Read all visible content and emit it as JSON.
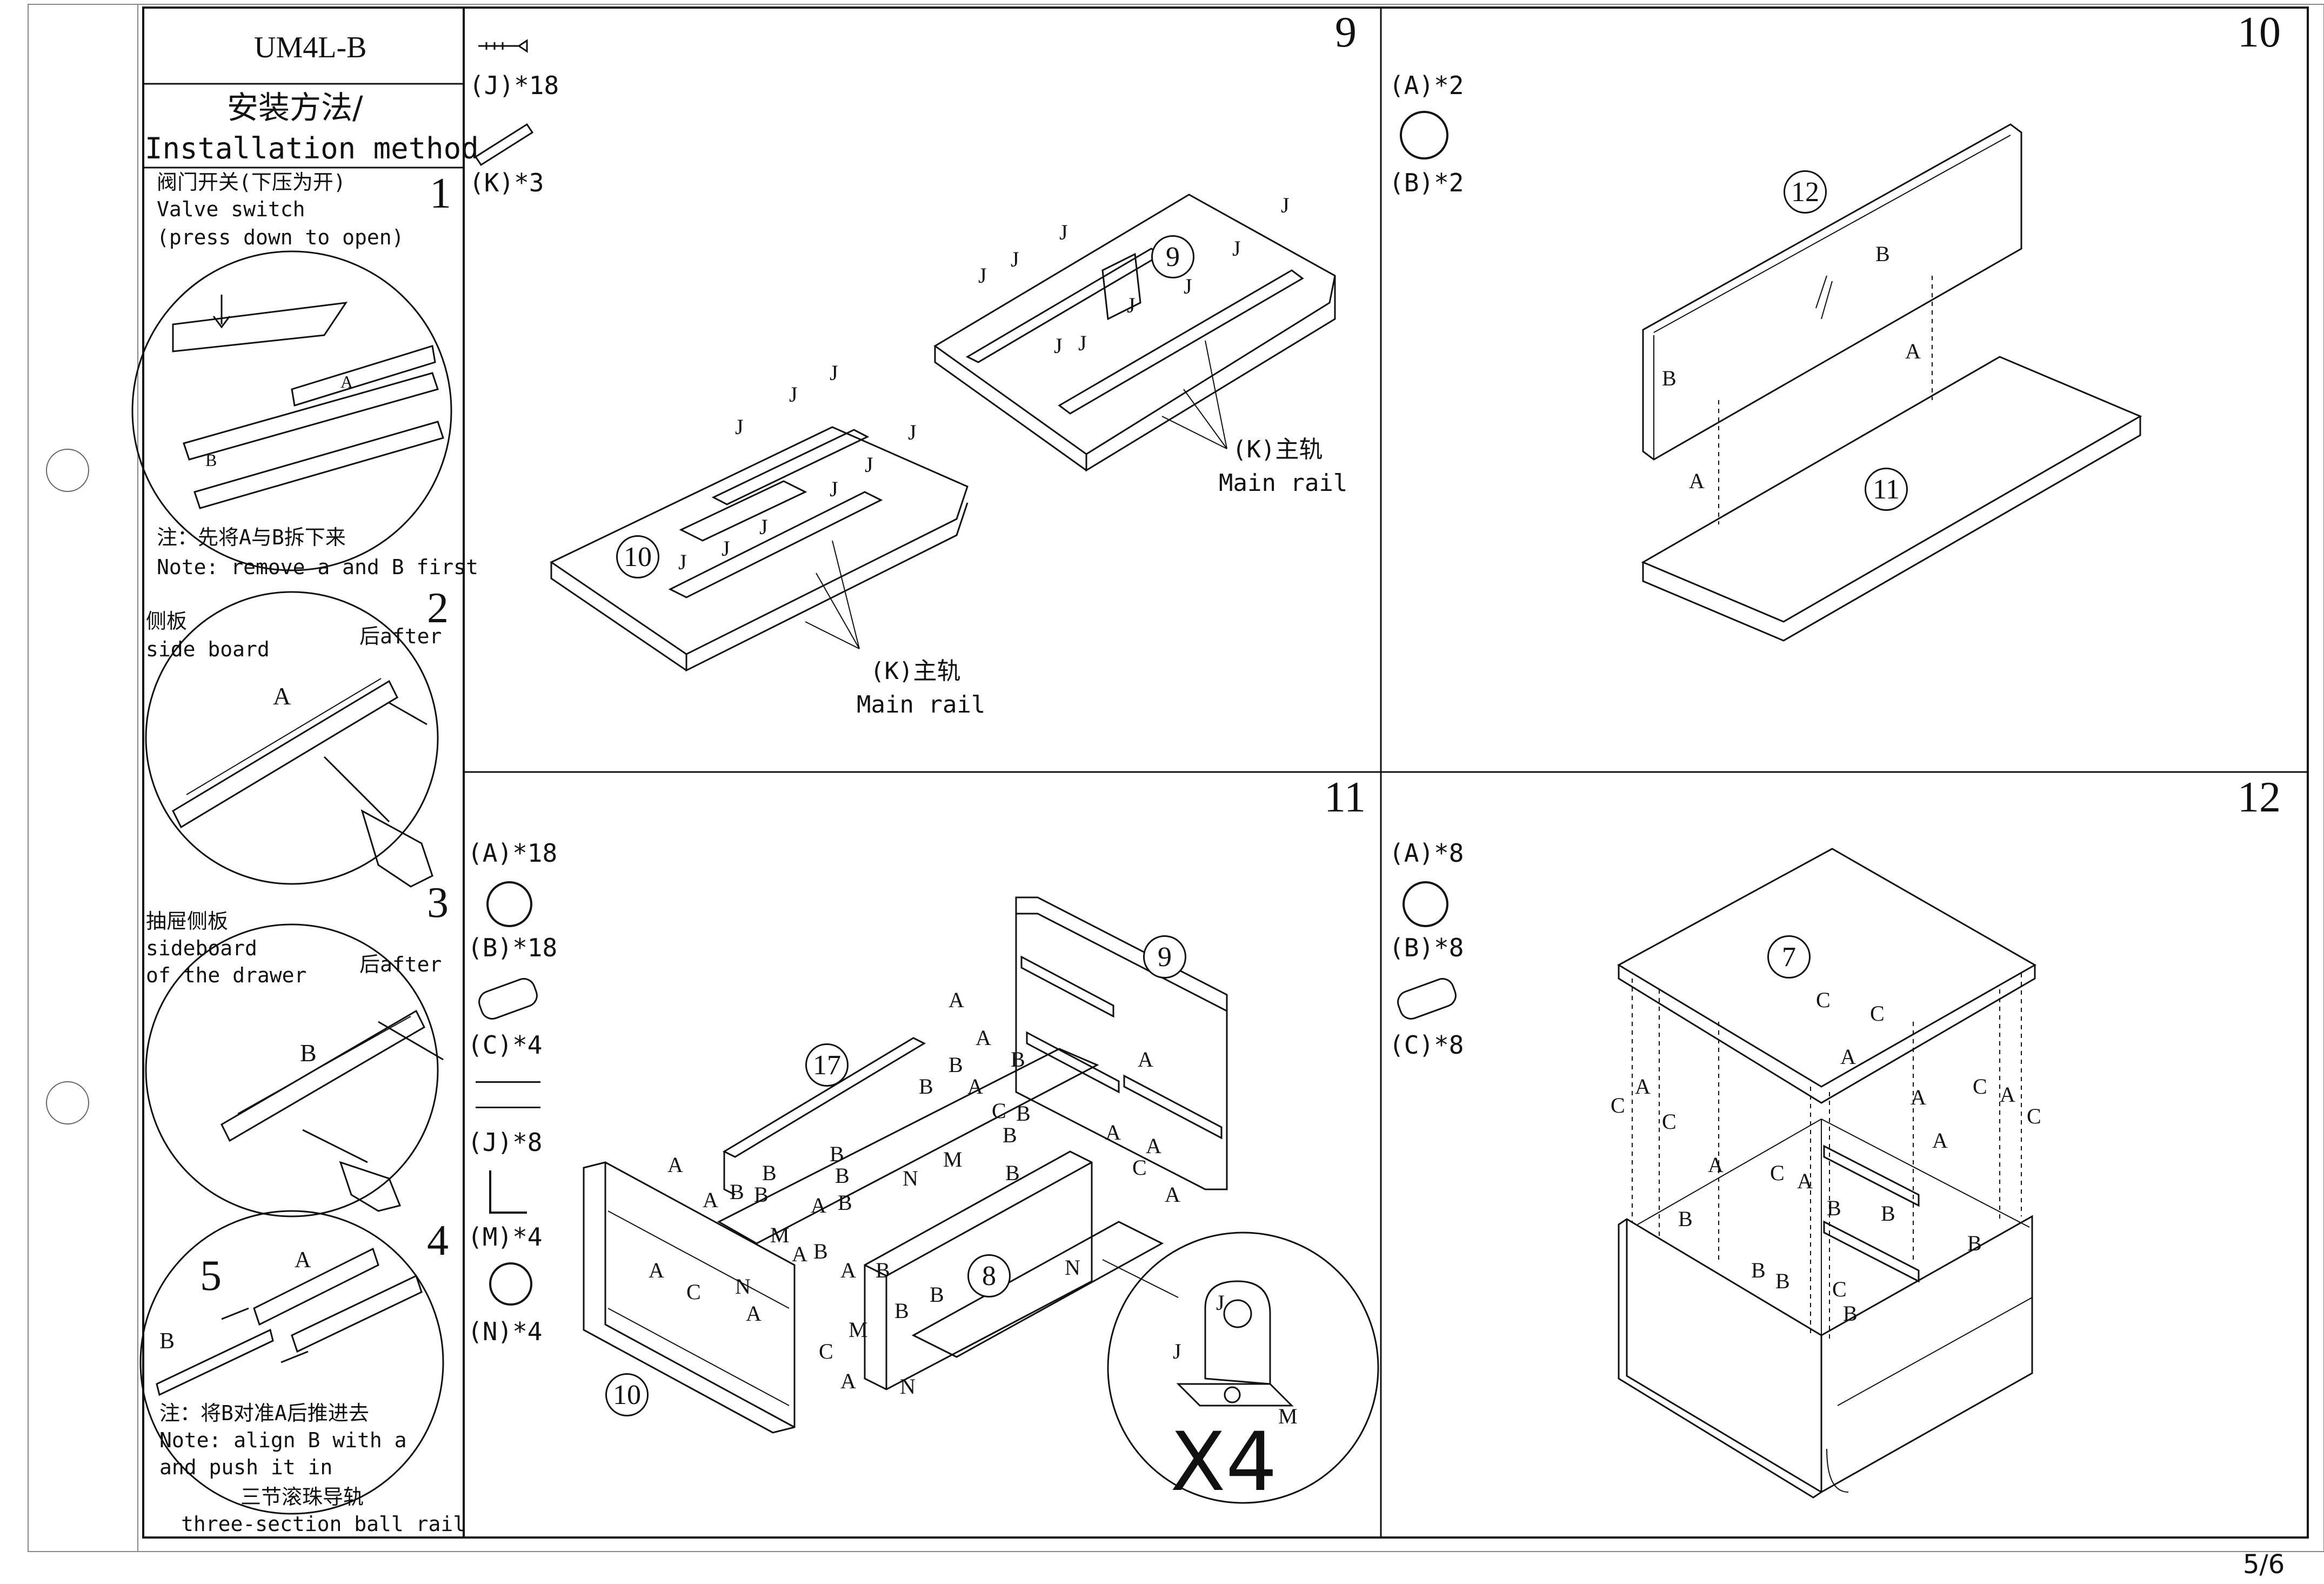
{
  "model": "UM4L-B",
  "section_title_cn": "安装方法/",
  "section_title_en": "Installation method",
  "page_number": "5/6",
  "sidebar": {
    "step1": {
      "num": "1",
      "l1": "阀门开关(下压为开)",
      "l2": "Valve switch",
      "l3": "(press down to open)",
      "label_a": "A",
      "label_b": "B",
      "note_cn": "注：先将A与B拆下来",
      "note_en": "Note: remove a and B first"
    },
    "step2": {
      "num": "2",
      "l1": "侧板",
      "l2": "side board",
      "after": "后after",
      "label_a": "A"
    },
    "step3": {
      "num": "3",
      "l1": "抽屉侧板",
      "l2": "sideboard",
      "l3": "of the drawer",
      "after": "后after",
      "label_b": "B"
    },
    "step4": {
      "num": "4",
      "sub": "5",
      "label_a": "A",
      "label_b": "B",
      "note_cn": "注：将B对准A后推进去",
      "note_en1": "Note: align B with a",
      "note_en2": "and push it in",
      "rail_cn": "三节滚珠导轨",
      "rail_en": "three-section ball rail"
    }
  },
  "panel9": {
    "num": "9",
    "parts": [
      {
        "label": "(J)*18",
        "icon": "screw-icon"
      },
      {
        "label": "(K)*3",
        "icon": "rail-icon"
      }
    ],
    "callouts": [
      "J",
      "J",
      "J",
      "J",
      "J",
      "J",
      "J",
      "J",
      "J",
      "J",
      "J",
      "J",
      "J",
      "J",
      "J",
      "J",
      "J",
      "J"
    ],
    "board_a": "10",
    "board_b": "9",
    "rail_cn": "(K)主轨",
    "rail_en": "Main rail"
  },
  "panel10": {
    "num": "10",
    "parts": [
      {
        "label": "(A)*2",
        "icon": "cam-bolt-icon"
      },
      {
        "label": "(B)*2",
        "icon": "cam-lock-icon"
      }
    ],
    "board_top": "12",
    "board_bottom": "11",
    "callouts": [
      "B",
      "B",
      "A",
      "A"
    ]
  },
  "panel11": {
    "num": "11",
    "parts": [
      {
        "label": "(A)*18",
        "icon": "cam-bolt-icon"
      },
      {
        "label": "(B)*18",
        "icon": "cam-lock-icon"
      },
      {
        "label": "(C)*4",
        "icon": "dowel-icon"
      },
      {
        "label": "(J)*8",
        "icon": "screw-icon"
      },
      {
        "label": "(M)*4",
        "icon": "bracket-icon"
      },
      {
        "label": "(N)*4",
        "icon": "caster-icon"
      }
    ],
    "boards": [
      "9",
      "17",
      "8",
      "10"
    ],
    "detail_labels": [
      "J",
      "J",
      "M"
    ],
    "detail_qty": "X4",
    "callouts": [
      "A",
      "A",
      "B",
      "B",
      "A",
      "B",
      "C",
      "B",
      "A",
      "A",
      "A",
      "B",
      "B",
      "A",
      "B",
      "B",
      "A",
      "B",
      "N",
      "M",
      "B",
      "A",
      "B",
      "B",
      "C",
      "A",
      "M",
      "A",
      "B",
      "A",
      "C",
      "N",
      "A",
      "B",
      "B",
      "A",
      "C",
      "M",
      "B",
      "N",
      "A",
      "N"
    ]
  },
  "panel12": {
    "num": "12",
    "parts": [
      {
        "label": "(A)*8",
        "icon": "cam-bolt-icon"
      },
      {
        "label": "(B)*8",
        "icon": "cam-lock-icon"
      },
      {
        "label": "(C)*8",
        "icon": "dowel-icon"
      }
    ],
    "board": "7",
    "callouts": [
      "C",
      "C",
      "A",
      "C",
      "A",
      "C",
      "A",
      "A",
      "C",
      "A",
      "C",
      "A",
      "C",
      "B",
      "A",
      "B",
      "B",
      "B",
      "B",
      "C",
      "B",
      "B"
    ]
  }
}
